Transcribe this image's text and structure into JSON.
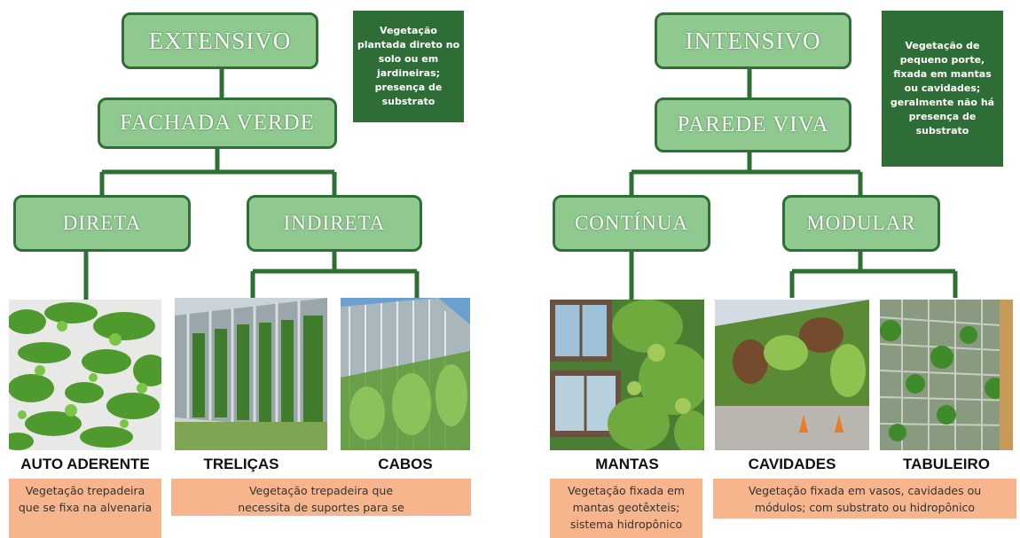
{
  "left": {
    "root": "EXTENSIVO",
    "note": "Vegetação plantada direto no solo ou em jardineiras; presença de substrato",
    "type": "FACHADA VERDE",
    "branches": [
      "DIRETA",
      "INDIRETA"
    ],
    "items": [
      "AUTO ADERENTE",
      "TRELIÇAS",
      "CABOS"
    ],
    "descriptions": [
      "Vegetação trepadeira que se fixa na alvenaria",
      "Vegetação trepadeira que necessita de suportes para se fixar"
    ]
  },
  "right": {
    "root": "INTENSIVO",
    "note": "Vegetação de pequeno porte, fixada em mantas ou cavidades; geralmente não há presença de substrato",
    "type": "PAREDE VIVA",
    "branches": [
      "CONTÍNUA",
      "MODULAR"
    ],
    "items": [
      "MANTAS",
      "CAVIDADES",
      "TABULEIRO"
    ],
    "descriptions": [
      "Vegetação fixada em mantas geotêxteis; sistema hidropônico",
      "Vegetação fixada em vasos, cavidades ou módulos; com substrato ou hidropônico"
    ]
  },
  "colors": {
    "node_fill": "#8fc98f",
    "node_border": "#2f6f35",
    "note_fill": "#2f6d36",
    "desc_fill": "#f6b58d"
  }
}
